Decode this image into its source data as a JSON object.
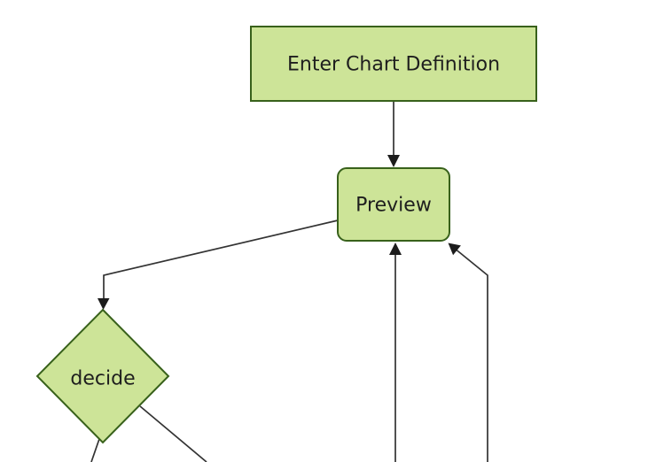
{
  "diagram": {
    "type": "flowchart",
    "direction": "top-down",
    "theme": {
      "background": "#ffffff",
      "node_fill": "#cde498",
      "node_border": "#38611b",
      "edge_color": "#333333",
      "arrow_color": "#1c1c1c",
      "text_color": "#1e1e1e"
    },
    "nodes": [
      {
        "id": "enter-chart-definition",
        "label": "Enter Chart Definition",
        "shape": "rectangle"
      },
      {
        "id": "preview",
        "label": "Preview",
        "shape": "rounded-rectangle"
      },
      {
        "id": "decide",
        "label": "decide",
        "shape": "diamond"
      }
    ],
    "edges": [
      {
        "from": "Enter Chart Definition",
        "to": "Preview",
        "arrowhead": true
      },
      {
        "from": "Preview",
        "to": "decide",
        "arrowhead": true
      },
      {
        "from": "decide",
        "to": "off-screen bottom-left",
        "arrowhead": false
      },
      {
        "from": "decide",
        "to": "off-screen bottom-right",
        "arrowhead": false
      },
      {
        "from": "off-screen bottom-center",
        "to": "Preview",
        "arrowhead": true
      },
      {
        "from": "off-screen bottom-right",
        "to": "Preview",
        "arrowhead": true
      }
    ]
  }
}
